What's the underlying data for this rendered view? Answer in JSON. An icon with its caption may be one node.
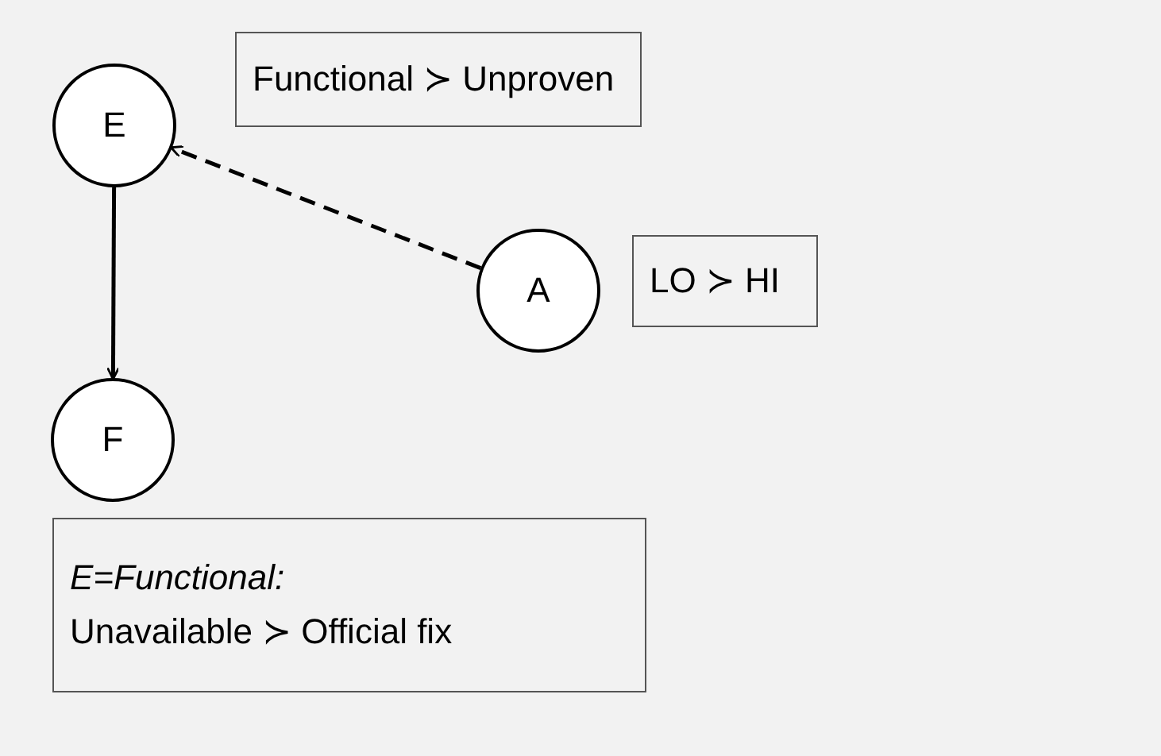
{
  "diagram": {
    "nodes": [
      {
        "text": [
          "E"
        ]
      },
      {
        "text": [
          "Functional ≻ Unproven"
        ]
      },
      {
        "text": [
          "A"
        ]
      },
      {
        "text": [
          "LO ≻ HI"
        ]
      },
      {
        "text": [
          "F"
        ]
      },
      {
        "text": [
          "E=Functional:",
          "Unavailable ≻ Official fix"
        ]
      }
    ],
    "edges": [
      {
        "from": 0,
        "to": 4,
        "arrow": "to"
      },
      {
        "from": 2,
        "to": 0,
        "arrow": "to",
        "style": "dashed"
      }
    ]
  }
}
